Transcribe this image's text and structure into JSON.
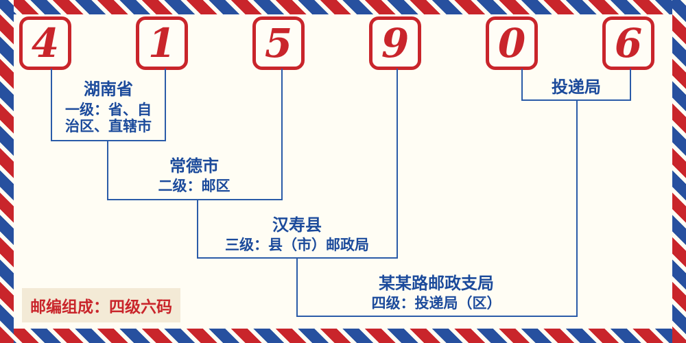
{
  "postal_code": {
    "full": "415906",
    "digits": [
      "4",
      "1",
      "5",
      "9",
      "0",
      "6"
    ]
  },
  "levels": [
    {
      "name": "湖南省",
      "desc_line1": "一级：省、自",
      "desc_line2": "治区、直辖市"
    },
    {
      "name": "常德市",
      "desc": "二级：邮区"
    },
    {
      "name": "汉寿县",
      "desc": "三级：县（市）邮政局"
    },
    {
      "name": "某某路邮政支局",
      "desc": "四级：投递局（区）"
    },
    {
      "name": "投递局"
    }
  ],
  "footer": {
    "composition_label": "邮编组成：四级六码"
  },
  "colors": {
    "red": "#c9252b",
    "text_blue": "#1b4a9b",
    "line_blue": "#2a5ba8",
    "background": "#fffdf4"
  }
}
